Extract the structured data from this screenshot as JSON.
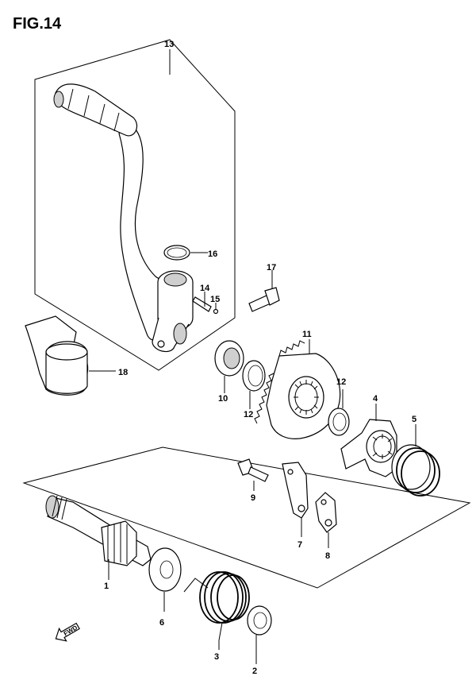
{
  "figure": {
    "title": "FIG.14"
  },
  "fwd_label": "FWD",
  "callouts": {
    "p1": "1",
    "p2": "2",
    "p3": "3",
    "p4": "4",
    "p5": "5",
    "p6": "6",
    "p7": "7",
    "p8": "8",
    "p9": "9",
    "p10": "10",
    "p11": "11",
    "p12a": "12",
    "p12b": "12",
    "p13": "13",
    "p14": "14",
    "p15": "15",
    "p16": "16",
    "p17": "17",
    "p18": "18"
  }
}
